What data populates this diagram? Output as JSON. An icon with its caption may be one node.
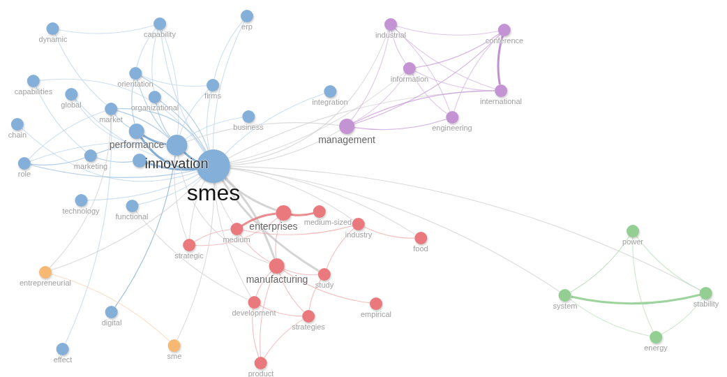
{
  "diagram": {
    "nodes": [
      {
        "text": [
          "smes"
        ]
      },
      {
        "text": [
          "innovation"
        ]
      },
      {
        "text": [
          "performance"
        ]
      },
      {
        "text": [
          "dynamic"
        ]
      },
      {
        "text": [
          "capability"
        ]
      },
      {
        "text": [
          "erp"
        ]
      },
      {
        "text": [
          "orientation"
        ]
      },
      {
        "text": [
          "capabilities"
        ]
      },
      {
        "text": [
          "global"
        ]
      },
      {
        "text": [
          "organizational"
        ]
      },
      {
        "text": [
          "market"
        ]
      },
      {
        "text": [
          "firms"
        ]
      },
      {
        "text": [
          "business"
        ]
      },
      {
        "text": [
          "integration"
        ]
      },
      {
        "text": [
          "chain"
        ]
      },
      {
        "text": [
          "marketing"
        ]
      },
      {
        "text": [
          "role"
        ]
      },
      {
        "text": [],
        "shape": "circle"
      },
      {
        "text": [
          "technology"
        ]
      },
      {
        "text": [
          "functional"
        ]
      },
      {
        "text": [
          "digital"
        ]
      },
      {
        "text": [
          "effect"
        ]
      },
      {
        "text": [
          "entrepreneurial"
        ]
      },
      {
        "text": [
          "sme"
        ]
      },
      {
        "text": [
          "enterprises"
        ]
      },
      {
        "text": [
          "medium-sized"
        ]
      },
      {
        "text": [
          "medium"
        ]
      },
      {
        "text": [
          "industry"
        ]
      },
      {
        "text": [
          "food"
        ]
      },
      {
        "text": [
          "strategic"
        ]
      },
      {
        "text": [
          "manufacturing"
        ]
      },
      {
        "text": [
          "study"
        ]
      },
      {
        "text": [
          "development"
        ]
      },
      {
        "text": [
          "strategies"
        ]
      },
      {
        "text": [
          "empirical"
        ]
      },
      {
        "text": [
          "product"
        ]
      },
      {
        "text": [
          "management"
        ]
      },
      {
        "text": [
          "industrial"
        ]
      },
      {
        "text": [
          "conference"
        ]
      },
      {
        "text": [
          "information"
        ]
      },
      {
        "text": [
          "international"
        ]
      },
      {
        "text": [
          "engineering"
        ]
      },
      {
        "text": [
          "power"
        ]
      },
      {
        "text": [
          "system"
        ]
      },
      {
        "text": [
          "stability"
        ]
      },
      {
        "text": [
          "energy"
        ]
      }
    ],
    "edges": [
      {
        "from": 3,
        "to": 4,
        "arrow": "none",
        "color": "#b8d2ec"
      },
      {
        "from": 3,
        "to": 10,
        "arrow": "none",
        "color": "#b8d2ec"
      },
      {
        "from": 4,
        "to": 6,
        "arrow": "none",
        "color": "#b8d2ec"
      },
      {
        "from": 4,
        "to": 1,
        "arrow": "none",
        "color": "#b8d2ec"
      },
      {
        "from": 4,
        "to": 0,
        "arrow": "none",
        "color": "#b8d2ec"
      },
      {
        "from": 4,
        "to": 9,
        "arrow": "none",
        "color": "#b8d2ec"
      },
      {
        "from": 5,
        "to": 11,
        "arrow": "none",
        "color": "#b8d2ec"
      },
      {
        "from": 5,
        "to": 0,
        "arrow": "none",
        "color": "#b8d2ec"
      },
      {
        "from": 6,
        "to": 1,
        "arrow": "none",
        "color": "#8fb6dc"
      },
      {
        "from": 6,
        "to": 0,
        "arrow": "none",
        "color": "#8fb6dc"
      },
      {
        "from": 6,
        "to": 2,
        "arrow": "none",
        "color": "#8fb6dc"
      },
      {
        "from": 6,
        "to": 11,
        "arrow": "none",
        "color": "#b8d2ec"
      },
      {
        "from": 7,
        "to": 15,
        "arrow": "none",
        "color": "#b8d2ec"
      },
      {
        "from": 7,
        "to": 0,
        "arrow": "none",
        "color": "#b8d2ec"
      },
      {
        "from": 8,
        "to": 1,
        "arrow": "none",
        "color": "#b8d2ec"
      },
      {
        "from": 8,
        "to": 0,
        "arrow": "none",
        "color": "#b8d2ec"
      },
      {
        "from": 10,
        "to": 1,
        "arrow": "none",
        "color": "#8fb6dc"
      },
      {
        "from": 10,
        "to": 0,
        "arrow": "none",
        "color": "#8fb6dc"
      },
      {
        "from": 10,
        "to": 2,
        "arrow": "none",
        "color": "#8fb6dc"
      },
      {
        "from": 10,
        "to": 16,
        "arrow": "none",
        "color": "#b8d2ec"
      },
      {
        "from": 11,
        "to": 0,
        "arrow": "none",
        "color": "#b8d2ec"
      },
      {
        "from": 11,
        "to": 1,
        "arrow": "none",
        "color": "#b8d2ec"
      },
      {
        "from": 12,
        "to": 1,
        "arrow": "none",
        "color": "#b8d2ec"
      },
      {
        "from": 13,
        "to": 0,
        "arrow": "none",
        "color": "#b8d2ec"
      },
      {
        "from": 14,
        "to": 0,
        "arrow": "none",
        "color": "#b8d2ec"
      },
      {
        "from": 16,
        "to": 15,
        "arrow": "none",
        "color": "#8fb6dc"
      },
      {
        "from": 16,
        "to": 0,
        "arrow": "none",
        "color": "#8fb6dc"
      },
      {
        "from": 16,
        "to": 1,
        "arrow": "none",
        "color": "#b8d2ec"
      },
      {
        "from": 15,
        "to": 17,
        "arrow": "none",
        "color": "#8fb6dc"
      },
      {
        "from": 15,
        "to": 1,
        "arrow": "none",
        "color": "#8fb6dc"
      },
      {
        "from": 17,
        "to": 0,
        "arrow": "none",
        "color": "#6f9fcf",
        "style": "thick"
      },
      {
        "from": 2,
        "to": 1,
        "arrow": "none",
        "color": "#6f9fcf",
        "style": "thick"
      },
      {
        "from": 2,
        "to": 0,
        "arrow": "none",
        "color": "#6f9fcf",
        "style": "thick"
      },
      {
        "from": 1,
        "to": 0,
        "arrow": "none",
        "color": "#6f9fcf",
        "style": "thick"
      },
      {
        "from": 9,
        "to": 0,
        "arrow": "none",
        "color": "#8fb6dc"
      },
      {
        "from": 9,
        "to": 1,
        "arrow": "none",
        "color": "#8fb6dc"
      },
      {
        "from": 18,
        "to": 0,
        "arrow": "none",
        "color": "#b8d2ec"
      },
      {
        "from": 19,
        "to": 0,
        "arrow": "none",
        "color": "#b8d2ec"
      },
      {
        "from": 20,
        "to": 1,
        "arrow": "none",
        "color": "#6f9fcf"
      },
      {
        "from": 21,
        "to": 10,
        "arrow": "none",
        "color": "#b8d2ec"
      },
      {
        "from": 22,
        "to": 23,
        "arrow": "none",
        "color": "#f8cfa8"
      },
      {
        "from": 22,
        "to": 0,
        "arrow": "none"
      },
      {
        "from": 22,
        "to": 10,
        "arrow": "none"
      },
      {
        "from": 23,
        "to": 0,
        "arrow": "none"
      },
      {
        "from": 0,
        "to": 36,
        "arrow": "none"
      },
      {
        "from": 0,
        "to": 37,
        "arrow": "none"
      },
      {
        "from": 0,
        "to": 39,
        "arrow": "none"
      },
      {
        "from": 0,
        "to": 40,
        "arrow": "none"
      },
      {
        "from": 1,
        "to": 36,
        "arrow": "none"
      },
      {
        "from": 0,
        "to": 24,
        "arrow": "none",
        "style": "thick"
      },
      {
        "from": 0,
        "to": 30,
        "arrow": "none",
        "style": "thick"
      },
      {
        "from": 0,
        "to": 31,
        "arrow": "none",
        "style": "thick"
      },
      {
        "from": 0,
        "to": 26,
        "arrow": "none"
      },
      {
        "from": 0,
        "to": 29,
        "arrow": "none"
      },
      {
        "from": 0,
        "to": 32,
        "arrow": "none"
      },
      {
        "from": 0,
        "to": 27,
        "arrow": "none"
      },
      {
        "from": 0,
        "to": 28,
        "arrow": "none"
      },
      {
        "from": 1,
        "to": 29,
        "arrow": "none"
      },
      {
        "from": 1,
        "to": 30,
        "arrow": "none"
      },
      {
        "from": 19,
        "to": 32,
        "arrow": "none"
      },
      {
        "from": 0,
        "to": 43,
        "arrow": "none"
      },
      {
        "from": 0,
        "to": 44,
        "arrow": "none"
      },
      {
        "from": 24,
        "to": 25,
        "arrow": "none",
        "color": "#e8787b",
        "style": "thick"
      },
      {
        "from": 24,
        "to": 26,
        "arrow": "none",
        "color": "#e8787b",
        "style": "thick"
      },
      {
        "from": 26,
        "to": 27,
        "arrow": "none",
        "color": "#f0a3a5"
      },
      {
        "from": 26,
        "to": 29,
        "arrow": "none",
        "color": "#f0a3a5"
      },
      {
        "from": 29,
        "to": 24,
        "arrow": "none",
        "color": "#f0a3a5"
      },
      {
        "from": 27,
        "to": 28,
        "arrow": "none",
        "color": "#f0a3a5"
      },
      {
        "from": 27,
        "to": 31,
        "arrow": "none",
        "color": "#f0a3a5"
      },
      {
        "from": 24,
        "to": 30,
        "arrow": "none",
        "color": "#f0a3a5"
      },
      {
        "from": 30,
        "to": 31,
        "arrow": "none",
        "color": "#f0a3a5"
      },
      {
        "from": 30,
        "to": 32,
        "arrow": "none",
        "color": "#f0a3a5"
      },
      {
        "from": 30,
        "to": 33,
        "arrow": "none",
        "color": "#f0a3a5"
      },
      {
        "from": 30,
        "to": 34,
        "arrow": "none",
        "color": "#f0a3a5"
      },
      {
        "from": 32,
        "to": 35,
        "arrow": "none",
        "color": "#f0a3a5"
      },
      {
        "from": 33,
        "to": 35,
        "arrow": "none",
        "color": "#f0a3a5"
      },
      {
        "from": 30,
        "to": 35,
        "arrow": "none",
        "color": "#f0a3a5"
      },
      {
        "from": 31,
        "to": 33,
        "arrow": "none",
        "color": "#f0a3a5"
      },
      {
        "from": 32,
        "to": 33,
        "arrow": "none",
        "color": "#f0a3a5"
      },
      {
        "from": 26,
        "to": 30,
        "arrow": "none",
        "color": "#f0a3a5"
      },
      {
        "from": 36,
        "to": 37,
        "arrow": "none",
        "color": "#d2aee0"
      },
      {
        "from": 36,
        "to": 38,
        "arrow": "none",
        "color": "#c08ed4"
      },
      {
        "from": 36,
        "to": 39,
        "arrow": "none",
        "color": "#d2aee0"
      },
      {
        "from": 36,
        "to": 40,
        "arrow": "none",
        "color": "#c08ed4"
      },
      {
        "from": 36,
        "to": 41,
        "arrow": "none",
        "color": "#c08ed4"
      },
      {
        "from": 37,
        "to": 38,
        "arrow": "none",
        "color": "#d2aee0"
      },
      {
        "from": 37,
        "to": 39,
        "arrow": "none",
        "color": "#d2aee0"
      },
      {
        "from": 37,
        "to": 40,
        "arrow": "none",
        "color": "#d2aee0"
      },
      {
        "from": 37,
        "to": 41,
        "arrow": "none",
        "color": "#d2aee0"
      },
      {
        "from": 39,
        "to": 38,
        "arrow": "none",
        "color": "#c08ed4"
      },
      {
        "from": 39,
        "to": 40,
        "arrow": "none",
        "color": "#d2aee0"
      },
      {
        "from": 39,
        "to": 41,
        "arrow": "none",
        "color": "#d2aee0"
      },
      {
        "from": 38,
        "to": 40,
        "arrow": "none",
        "color": "#b57cc8",
        "style": "thick"
      },
      {
        "from": 38,
        "to": 41,
        "arrow": "none",
        "color": "#d2aee0"
      },
      {
        "from": 43,
        "to": 42,
        "arrow": "none",
        "color": "#9fd49f"
      },
      {
        "from": 43,
        "to": 44,
        "arrow": "none",
        "color": "#8ccb8c",
        "style": "thick"
      },
      {
        "from": 43,
        "to": 45,
        "arrow": "none",
        "color": "#b3deb3"
      },
      {
        "from": 42,
        "to": 44,
        "arrow": "none",
        "color": "#b3deb3"
      },
      {
        "from": 42,
        "to": 45,
        "arrow": "none",
        "color": "#b3deb3"
      },
      {
        "from": 45,
        "to": 44,
        "arrow": "none",
        "color": "#b3deb3"
      }
    ]
  }
}
